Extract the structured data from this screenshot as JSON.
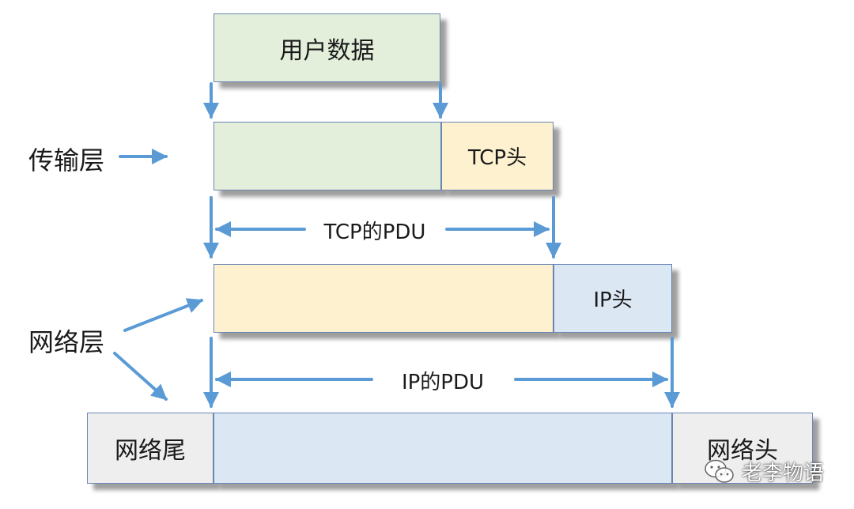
{
  "layers": {
    "user_data": "用户数据",
    "transport": {
      "label": "传输层",
      "header": "TCP头",
      "pdu": "TCP的PDU"
    },
    "network": {
      "label": "网络层",
      "header": "IP头",
      "pdu": "IP的PDU"
    },
    "link": {
      "trailer": "网络尾",
      "header": "网络头"
    }
  },
  "colors": {
    "arrow": "#5b9bd5",
    "user_data_fill": "#e3eedb",
    "tcp_fill": "#fdf1cf",
    "ip_fill": "#dce7f4",
    "frame_fill": "#eeeeee"
  },
  "watermark": {
    "text": "老李物语",
    "icon": "wechat-icon"
  }
}
